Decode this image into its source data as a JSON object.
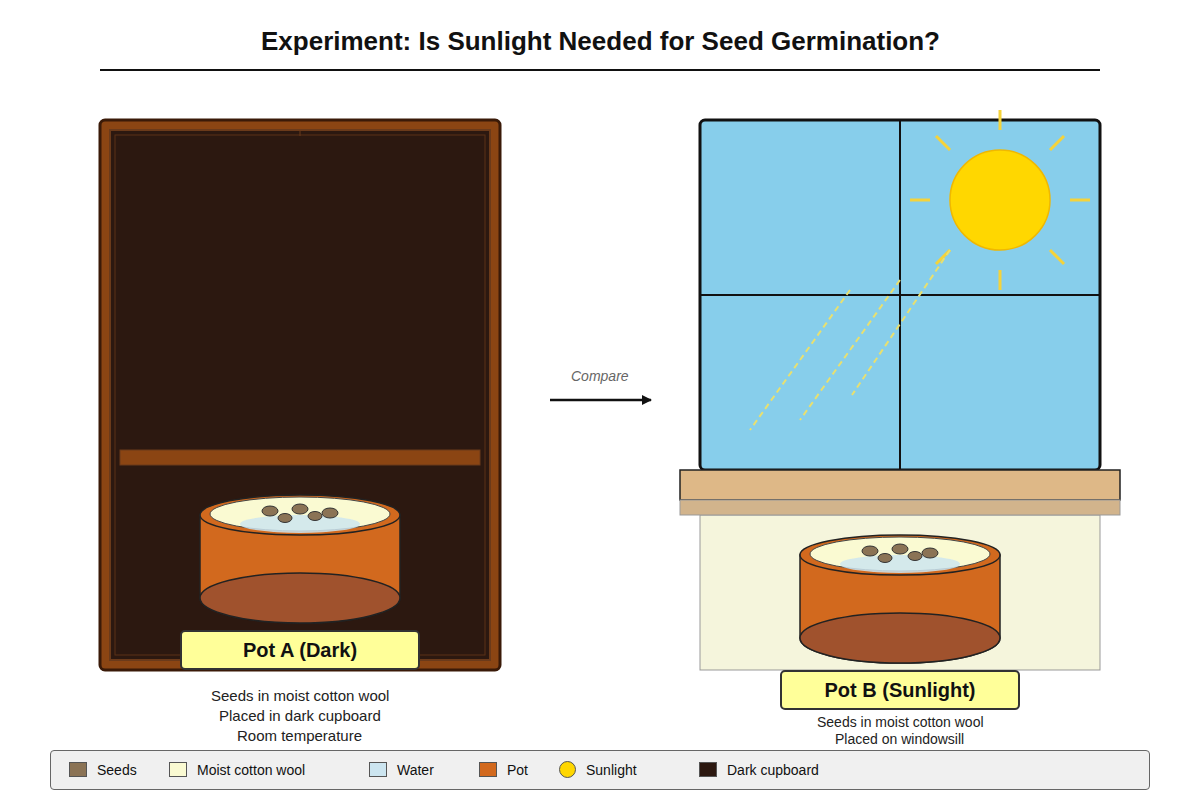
{
  "diagram": {
    "title": "Experiment: Is Sunlight Needed for Seed Germination?",
    "nodes": [
      {
        "text": [
          "Pot A (Dark)"
        ]
      },
      {
        "text": [
          "Pot B (Sunlight)"
        ]
      }
    ],
    "edges": [],
    "labels": [
      "Compare",
      "Seeds in moist cotton wool",
      "Placed in dark cupboard",
      "Room temperature",
      "Seeds in moist cotton wool",
      "Placed on windowsill"
    ],
    "legend": [
      {
        "text": "Seeds",
        "color": "#8b7355"
      },
      {
        "text": "Moist cotton wool",
        "color": "#fafad2"
      },
      {
        "text": "Water",
        "color": "#cce5f0"
      },
      {
        "text": "Pot",
        "color": "#d2691e"
      },
      {
        "text": "Sunlight",
        "color": "#ffd700"
      },
      {
        "text": "Dark cupboard",
        "color": "#2c1810"
      }
    ]
  }
}
